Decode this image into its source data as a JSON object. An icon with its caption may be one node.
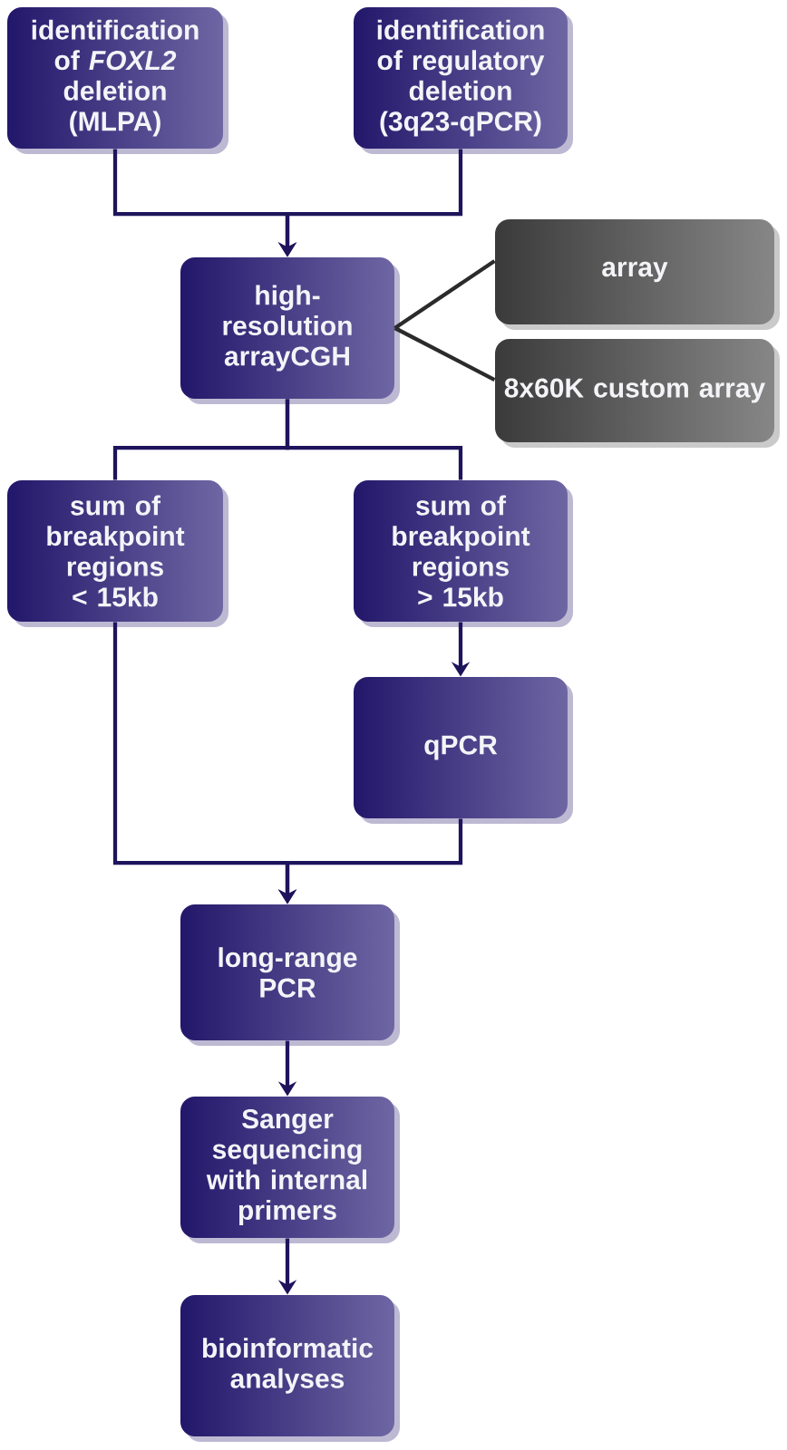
{
  "diagram": {
    "nodes": [
      {
        "text": [
          "identification of *FOXL2* deletion (MLPA)"
        ]
      },
      {
        "text": [
          "identification of regulatory deletion (3q23-qPCR)"
        ]
      },
      {
        "text": [
          "high-resolution arrayCGH"
        ]
      },
      {
        "text": [
          "array"
        ]
      },
      {
        "text": [
          "8x60K custom array"
        ]
      },
      {
        "text": [
          "sum of breakpoint regions < 15kb"
        ]
      },
      {
        "text": [
          "sum of breakpoint regions > 15kb"
        ]
      },
      {
        "text": [
          "qPCR"
        ]
      },
      {
        "text": [
          "long-range PCR"
        ]
      },
      {
        "text": [
          "Sanger sequencing with internal primers"
        ]
      },
      {
        "text": [
          "bioinformatic analyses"
        ]
      }
    ],
    "edges": [
      {
        "from": 0,
        "to": 2,
        "arrow": "to"
      },
      {
        "from": 1,
        "to": 2,
        "arrow": "to"
      },
      {
        "from": 2,
        "to": 3,
        "arrow": "none",
        "color": "#2b2b2b"
      },
      {
        "from": 2,
        "to": 4,
        "arrow": "none",
        "color": "#2b2b2b"
      },
      {
        "from": 2,
        "to": 5,
        "arrow": "none"
      },
      {
        "from": 2,
        "to": 6,
        "arrow": "none"
      },
      {
        "from": 6,
        "to": 7,
        "arrow": "to"
      },
      {
        "from": 5,
        "to": 8,
        "arrow": "to"
      },
      {
        "from": 7,
        "to": 8,
        "arrow": "to"
      },
      {
        "from": 8,
        "to": 9,
        "arrow": "to"
      },
      {
        "from": 9,
        "to": 10,
        "arrow": "to"
      }
    ]
  }
}
